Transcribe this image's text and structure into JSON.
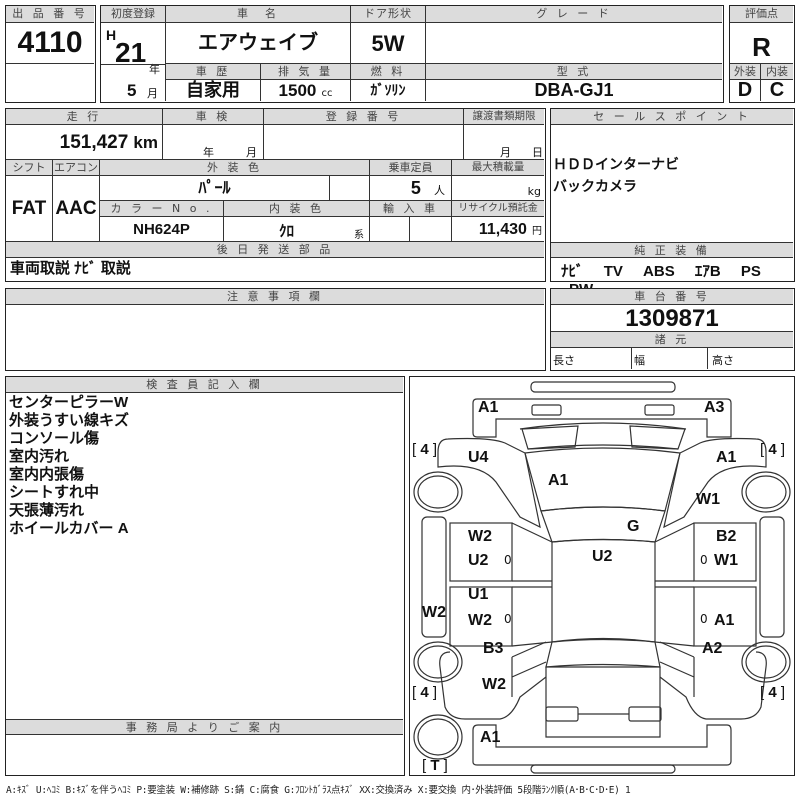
{
  "lot": {
    "header": "出 品 番 号",
    "value": "4110"
  },
  "first_registration": {
    "header": "初度登録",
    "era": "H",
    "year": "21",
    "year_unit": "年",
    "month": "5",
    "month_unit": "月"
  },
  "car_name": {
    "header": "車　名",
    "value": "エアウェイブ"
  },
  "door_type": {
    "header": "ドア形状",
    "value": "5W"
  },
  "grade": {
    "header": "グ レ ー ド",
    "value": ""
  },
  "rating": {
    "header": "評価点",
    "value": "R",
    "exterior_header": "外装",
    "interior_header": "内装",
    "exterior": "D",
    "interior": "C"
  },
  "history": {
    "header": "車 歴",
    "value": "自家用"
  },
  "displacement": {
    "header": "排 気 量",
    "value": "1500",
    "unit": "cc"
  },
  "fuel": {
    "header": "燃 料",
    "value": "ｶﾞｿﾘﾝ"
  },
  "model_code": {
    "header": "型 式",
    "value": "DBA-GJ1"
  },
  "mileage": {
    "header": "走 行",
    "value": "151,427",
    "unit": "km"
  },
  "inspection": {
    "header": "車 検",
    "year_unit": "年",
    "month_unit": "月"
  },
  "registration_no": {
    "header": "登 録 番 号",
    "value": ""
  },
  "transfer_deadline": {
    "header": "譲渡書類期限",
    "month_unit": "月",
    "day_unit": "日"
  },
  "shift": {
    "header": "シフト",
    "value": "FAT"
  },
  "aircon": {
    "header": "エアコン",
    "value": "AAC"
  },
  "exterior_color": {
    "header": "外 装 色",
    "value": "ﾊﾟｰﾙ"
  },
  "capacity": {
    "header": "乗車定員",
    "value": "5",
    "unit": "人"
  },
  "max_load": {
    "header": "最大積載量",
    "unit": "kg"
  },
  "color_no": {
    "header": "カ ラ ー N o .",
    "value": "NH624P"
  },
  "interior_color": {
    "header": "内 装 色",
    "value": "ｸﾛ",
    "suffix": "系"
  },
  "import": {
    "header": "輸 入 車"
  },
  "recycle_fee": {
    "header": "リサイクル預託金",
    "value": "11,430",
    "unit": "円"
  },
  "later_parts": {
    "header": "後 日 発 送 部 品",
    "value": "車両取説 ﾅﾋﾞ 取説"
  },
  "sales_points": {
    "header": "セ ー ル ス ポ イ ン ト",
    "lines": [
      "ＨＤＤインターナビ",
      "バックカメラ"
    ]
  },
  "equipment": {
    "header": "純 正 装 備",
    "items": [
      "ﾅﾋﾞ",
      "TV",
      "ABS",
      "ｴｱB",
      "PS",
      "PW"
    ]
  },
  "notes": {
    "header": "注 意 事 項 欄",
    "value": ""
  },
  "chassis": {
    "header": "車 台 番 号",
    "value": "1309871"
  },
  "specs": {
    "header": "諸 元",
    "length": "長さ",
    "width": "幅",
    "height": "高さ"
  },
  "inspector": {
    "header": "検 査 員 記 入 欄",
    "lines": [
      "センターピラーW",
      "外装うすい線キズ",
      "コンソール傷",
      "室内汚れ",
      "室内内張傷",
      "シートすれ中",
      "天張薄汚れ",
      "ホイールカバー A"
    ]
  },
  "office": {
    "header": "事 務 局 よ り ご 案 内",
    "value": ""
  },
  "diagram": {
    "labels": {
      "front_left_bumper": "A1",
      "front_right_bumper": "A3",
      "left_front_fender": "U4",
      "right_front_fender": "A1",
      "hood": "A1",
      "right_fender_lower": "W1",
      "windshield": "G",
      "roof": "U2",
      "left_front_door_1": "W2",
      "left_front_door_2": "U2",
      "right_front_door_1": "B2",
      "right_front_door_2": "W1",
      "left_rear_door_1": "U1",
      "left_rear_door_2": "W2",
      "right_rear_door": "A1",
      "left_sill": "W2",
      "left_rear_fender": "B3",
      "right_rear_fender": "A2",
      "left_rear_quarter": "W2",
      "rear_bumper": "A1"
    },
    "door_marks": [
      "0",
      "0",
      "0",
      "0"
    ],
    "tires": {
      "front_left": "4",
      "front_right": "4",
      "rear_left": "4",
      "rear_right": "4",
      "spare": "T"
    }
  },
  "legend": "A:ｷｽﾞ U:ﾍｺﾐ B:ｷｽﾞを伴うﾍｺﾐ P:要塗装 W:補修跡 S:錆 C:腐食 G:ﾌﾛﾝﾄｶﾞﾗｽ点ｷｽﾞ XX:交換済み X:要交換 内･外装評価 5段階ﾗﾝｸ順(A･B･C･D･E) 1"
}
